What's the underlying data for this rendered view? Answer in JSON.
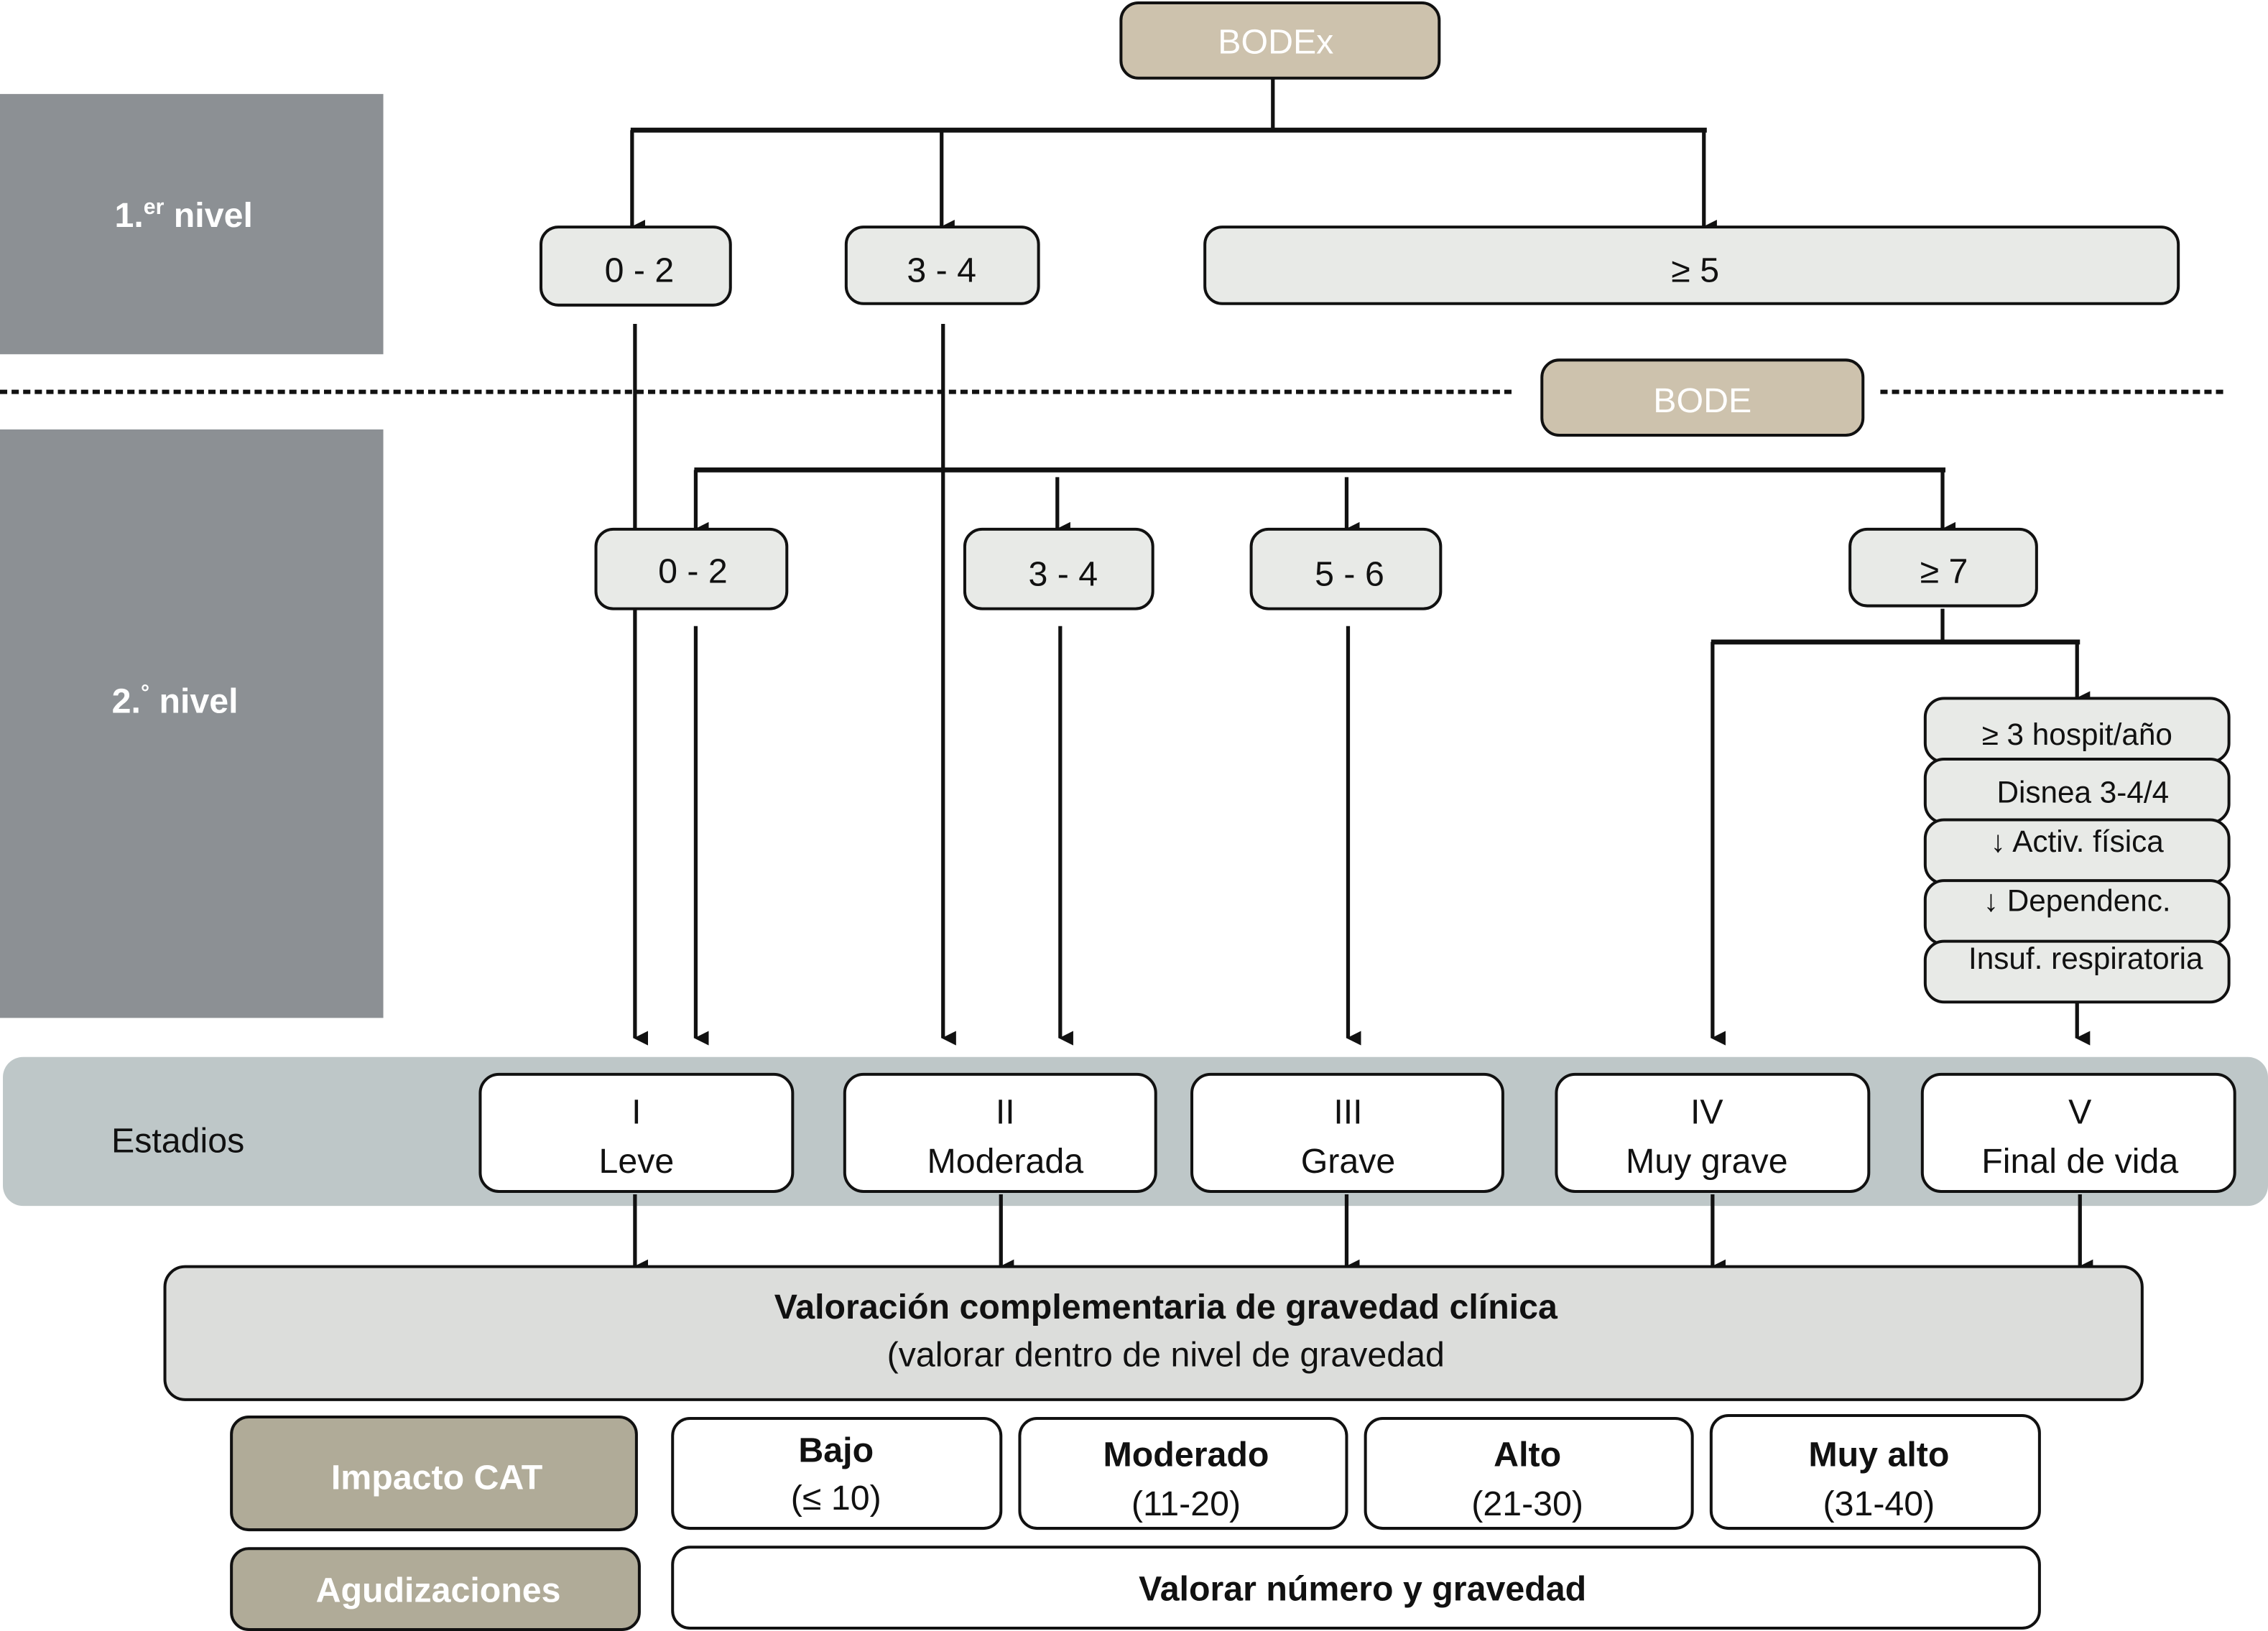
{
  "colors": {
    "level_band": "#8c9094",
    "tan_header": "#cdc2ad",
    "tan_label": "#b0ab98",
    "value_box": "#e8eae7",
    "estadios_band": "#bec7c8",
    "valoracion_box": "#dcdddb",
    "white_box": "#ffffff",
    "line": "#111111"
  },
  "levels": {
    "first": {
      "main": "1.",
      "sup": "er",
      "rest": " nivel"
    },
    "second": {
      "main": "2.",
      "sup": "°",
      "rest": " nivel"
    }
  },
  "bodex": {
    "title": "BODEx",
    "ranges": [
      "0 - 2",
      "3 - 4",
      "≥ 5"
    ]
  },
  "bode": {
    "title": "BODE",
    "ranges": [
      "0 - 2",
      "3 - 4",
      "5 - 6",
      "≥ 7"
    ]
  },
  "criteria": [
    "≥ 3 hospit/año",
    "Disnea 3-4/4",
    "↓ Activ. física",
    "↓ Dependenc.",
    "Insuf. respiratoria"
  ],
  "estadios": {
    "label": "Estadios",
    "stages": [
      {
        "numeral": "I",
        "name": "Leve"
      },
      {
        "numeral": "II",
        "name": "Moderada"
      },
      {
        "numeral": "III",
        "name": "Grave"
      },
      {
        "numeral": "IV",
        "name": "Muy grave"
      },
      {
        "numeral": "V",
        "name": "Final de vida"
      }
    ]
  },
  "valoracion": {
    "title": "Valoración complementaria de gravedad clínica",
    "subtitle": "(valorar dentro de nivel de gravedad"
  },
  "impacto_cat": {
    "label": "Impacto CAT",
    "levels": [
      {
        "name": "Bajo",
        "range": "(≤ 10)"
      },
      {
        "name": "Moderado",
        "range": "(11-20)"
      },
      {
        "name": "Alto",
        "range": "(21-30)"
      },
      {
        "name": "Muy alto",
        "range": "(31-40)"
      }
    ]
  },
  "agudizaciones": {
    "label": "Agudizaciones",
    "text": "Valorar número y gravedad"
  }
}
